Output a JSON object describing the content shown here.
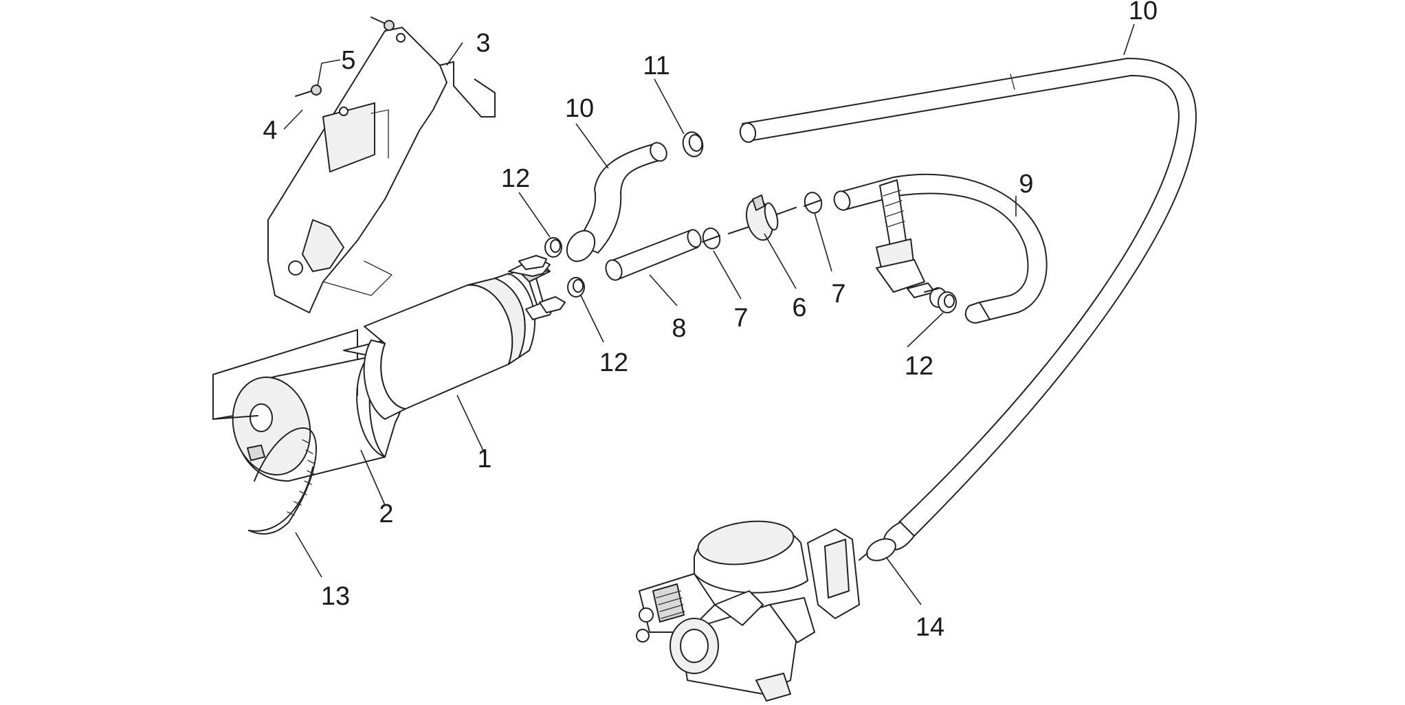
{
  "labels": {
    "pump": "1",
    "filter": "2",
    "bracket": "3",
    "screw": "4",
    "washer": "5",
    "fuel_filter": "6",
    "clip_left": "7",
    "clip_right": "7",
    "hose_8": "8",
    "hose_9": "9",
    "hose_10_top": "10",
    "hose_10_mid": "10",
    "clamp_11": "11",
    "clamp_12_a": "12",
    "clamp_12_b": "12",
    "clamp_12_c": "12",
    "band_13": "13",
    "clamp_14": "14"
  }
}
